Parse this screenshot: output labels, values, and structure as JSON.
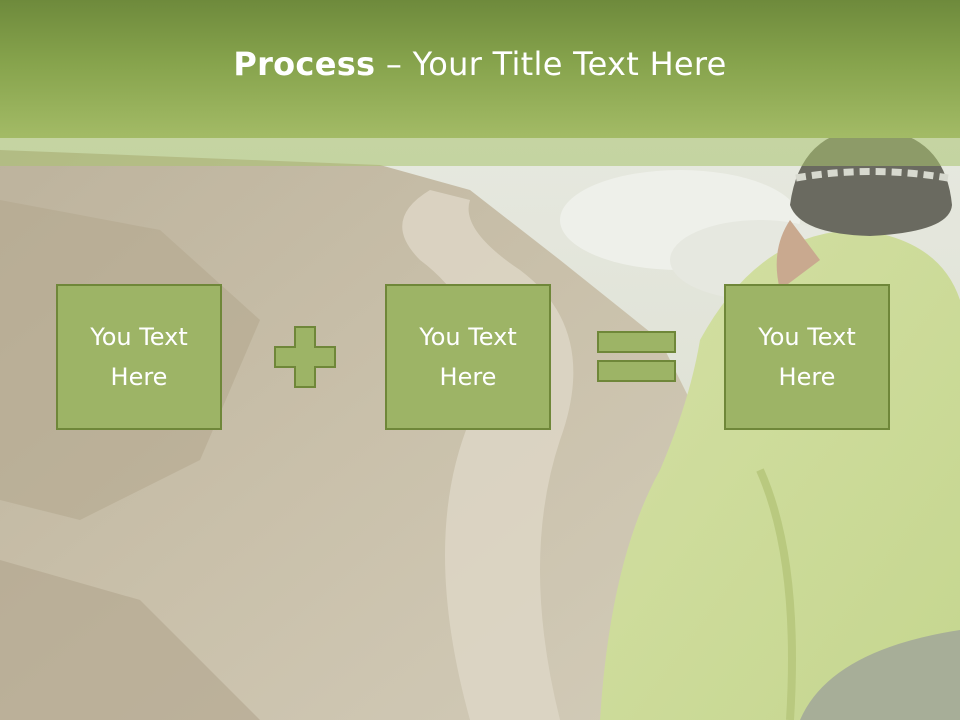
{
  "slide": {
    "title_bold": "Process",
    "title_rest": " – Your Title Text Here"
  },
  "boxes": [
    {
      "line1": "You Text",
      "line2": "Here"
    },
    {
      "line1": "You Text",
      "line2": "Here"
    },
    {
      "line1": "You Text",
      "line2": "Here"
    }
  ],
  "operators": [
    "plus-icon",
    "equals-icon"
  ],
  "colors": {
    "header": "#86a34c",
    "box_fill": "#9db466",
    "box_border": "#6f8739",
    "text": "#ffffff"
  }
}
